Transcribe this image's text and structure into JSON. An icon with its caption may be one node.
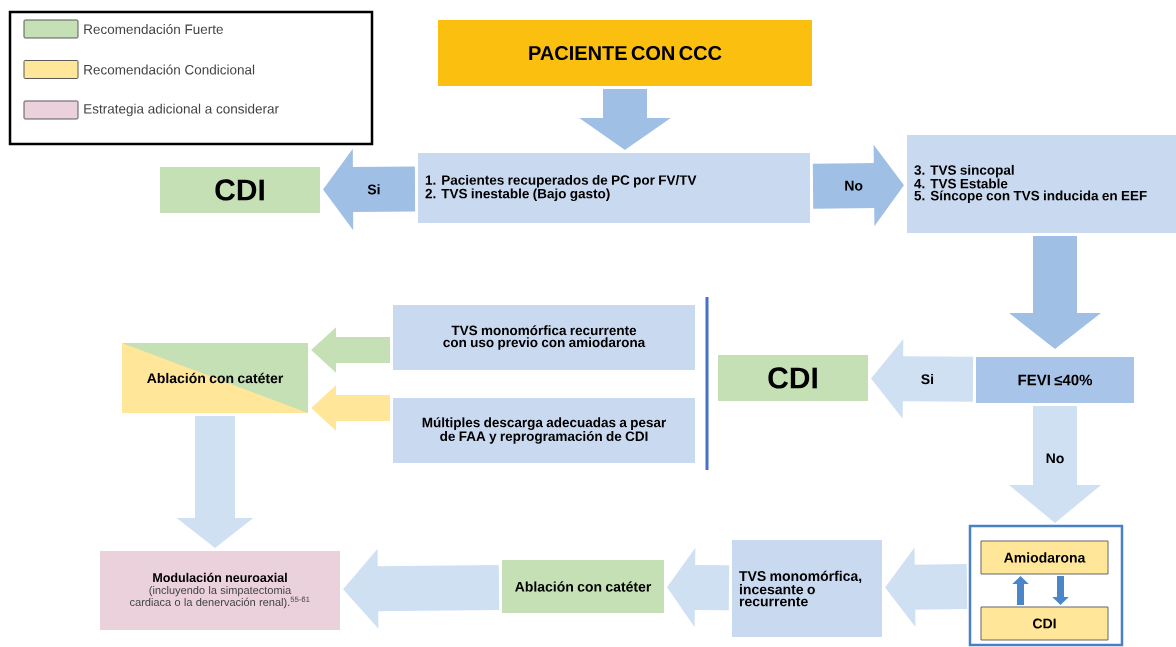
{
  "diagram": {
    "nodes": [
      {
        "text": [
          "PACIENTE CON CCC"
        ]
      },
      {
        "text": [
          "1. Pacientes recuperados de PC por FV/TV",
          "2. TVS inestable (Bajo gasto)"
        ]
      },
      {
        "text": [
          "CDI"
        ]
      },
      {
        "text": [
          "3. TVS sincopal",
          "4. TVS Estable",
          "5. Síncope con TVS inducida en EEF"
        ]
      },
      {
        "text": [
          "FEVI ≤40%"
        ]
      },
      {
        "text": [
          "CDI"
        ]
      },
      {
        "text": [
          "TVS monomórfica recurrente con uso previo con amiodarona"
        ]
      },
      {
        "text": [
          "Múltiples descarga adecuadas a pesar de FAA y reprogramación de CDI"
        ]
      },
      {
        "text": [
          "Ablación con catéter"
        ]
      },
      {
        "text": [],
        "shape": "box"
      },
      {
        "text": [
          "Amiodarona"
        ],
        "in": 9
      },
      {
        "text": [
          "CDI"
        ],
        "in": 9
      },
      {
        "text": [
          "TVS monomórfica, incesante o recurrente"
        ]
      },
      {
        "text": [
          "Ablación con catéter"
        ]
      },
      {
        "text": [
          "Modulación neuroaxial",
          "(incluyendo la simpatectomia cardiaca o la denervación renal).$^{55-61}$"
        ]
      }
    ],
    "edges": [
      {
        "from": 0,
        "to": 1,
        "arrow": "to",
        "color": "#9fbfe5"
      },
      {
        "from": 1,
        "to": 2,
        "arrow": "to",
        "label": "Si",
        "color": "#9fbfe5"
      },
      {
        "from": 1,
        "to": 3,
        "arrow": "to",
        "label": "No",
        "color": "#9fbfe5"
      },
      {
        "from": 3,
        "to": 4,
        "arrow": "to",
        "color": "#9fbfe5"
      },
      {
        "from": 4,
        "to": 5,
        "arrow": "to",
        "label": "Si"
      },
      {
        "from": 4,
        "to": 9,
        "arrow": "to",
        "label": "No"
      },
      {
        "from": 9,
        "to": 12,
        "arrow": "to"
      },
      {
        "from": 12,
        "to": 13,
        "arrow": "to"
      },
      {
        "from": 13,
        "to": 14,
        "arrow": "to"
      },
      {
        "from": 6,
        "to": 8,
        "arrow": "to",
        "color": "#c5e0b4"
      },
      {
        "from": 7,
        "to": 8,
        "arrow": "to",
        "color": "#ffe699"
      },
      {
        "from": 8,
        "to": 14,
        "arrow": "to"
      },
      {
        "from": 10,
        "to": 11,
        "arrow": "to",
        "color": "#4a86c8"
      },
      {
        "from": 11,
        "to": 10,
        "arrow": "to",
        "color": "#4a86c8"
      }
    ],
    "legend": [
      {
        "text": "Recomendación Fuerte",
        "color": "#c5e0b4"
      },
      {
        "text": "Recomendación Condicional",
        "color": "#ffe699"
      },
      {
        "text": "Estrategia adicional a considerar",
        "color": "#ead1dc"
      }
    ]
  }
}
